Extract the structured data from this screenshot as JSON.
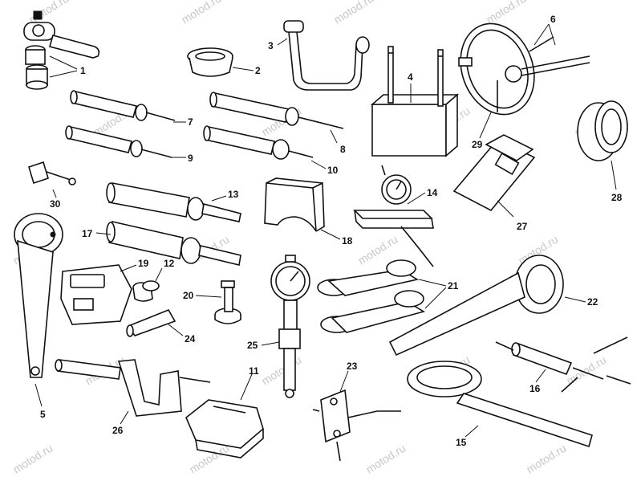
{
  "watermark": "motod.ru",
  "labels": {
    "1": "1",
    "2": "2",
    "3": "3",
    "4": "4",
    "5": "5",
    "6": "6",
    "7": "7",
    "8": "8",
    "9": "9",
    "10": "10",
    "11": "11",
    "12": "12",
    "13": "13",
    "14": "14",
    "15": "15",
    "16": "16",
    "17": "17",
    "18": "18",
    "19": "19",
    "20": "20",
    "21": "21",
    "22": "22",
    "23": "23",
    "24": "24",
    "25": "25",
    "26": "26",
    "27": "27",
    "28": "28",
    "29": "29",
    "30": "30"
  }
}
